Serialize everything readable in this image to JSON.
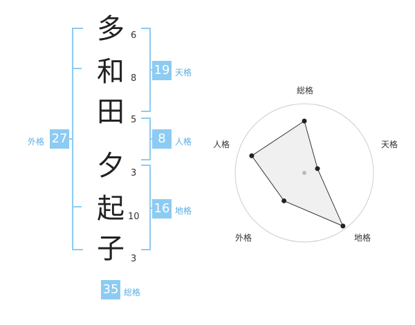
{
  "name_chars": [
    "多",
    "和",
    "田",
    "夕",
    "起",
    "子"
  ],
  "strokes": [
    "6",
    "8",
    "5",
    "3",
    "10",
    "3"
  ],
  "kaku": {
    "tenkaku": {
      "value": "19",
      "label": "天格"
    },
    "jinkaku": {
      "value": "8",
      "label": "人格"
    },
    "chikaku": {
      "value": "16",
      "label": "地格"
    },
    "gaikaku": {
      "value": "27",
      "label": "外格"
    },
    "soukaku": {
      "value": "35",
      "label": "総格"
    }
  },
  "radar": {
    "axes": [
      "総格",
      "天格",
      "地格",
      "外格",
      "人格"
    ],
    "values": [
      0.75,
      0.2,
      0.95,
      0.5,
      0.8
    ],
    "fill": "#eeeeee",
    "line": "#333333",
    "grid": "#cccccc"
  },
  "colors": {
    "accent": "#8ccbf2",
    "accent_text": "#5aaee6"
  }
}
